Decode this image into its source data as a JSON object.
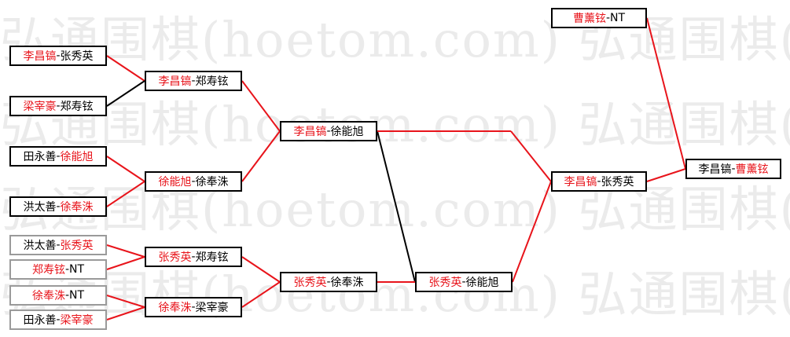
{
  "watermark": "弘通围棋(hoetom.com) 弘通围棋(hoetom.com) 弘通围棋(ho",
  "colors": {
    "red": "#e8141b",
    "black": "#000000"
  },
  "matches": [
    {
      "id": "r1m1",
      "p1": "李昌镐",
      "p2": "张秀英",
      "winner": 1
    },
    {
      "id": "r1m2",
      "p1": "梁宰豪",
      "p2": "郑寿铉",
      "winner": 1
    },
    {
      "id": "r1m3",
      "p1": "田永善",
      "p2": "徐能旭",
      "winner": 2
    },
    {
      "id": "r1m4",
      "p1": "洪太善",
      "p2": "徐奉洙",
      "winner": 2
    },
    {
      "id": "r1m5",
      "p1": "洪太善",
      "p2": "张秀英",
      "winner": 2
    },
    {
      "id": "r1m6",
      "p1": "郑寿铉",
      "p2": "NT",
      "winner": 1
    },
    {
      "id": "r1m7",
      "p1": "徐奉洙",
      "p2": "NT",
      "winner": 1
    },
    {
      "id": "r1m8",
      "p1": "田永善",
      "p2": "梁宰豪",
      "winner": 2
    },
    {
      "id": "r2m1",
      "p1": "李昌镐",
      "p2": "郑寿铉",
      "winner": 1
    },
    {
      "id": "r2m2",
      "p1": "徐能旭",
      "p2": "徐奉洙",
      "winner": 1
    },
    {
      "id": "r2m3",
      "p1": "张秀英",
      "p2": "郑寿铉",
      "winner": 1
    },
    {
      "id": "r2m4",
      "p1": "徐奉洙",
      "p2": "梁宰豪",
      "winner": 1
    },
    {
      "id": "r3m1",
      "p1": "李昌镐",
      "p2": "徐能旭",
      "winner": 1
    },
    {
      "id": "r3m2",
      "p1": "张秀英",
      "p2": "徐奉洙",
      "winner": 1
    },
    {
      "id": "r4m1",
      "p1": "张秀英",
      "p2": "徐能旭",
      "winner": 1
    },
    {
      "id": "r5m1",
      "p1": "李昌镐",
      "p2": "张秀英",
      "winner": 1
    },
    {
      "id": "top1",
      "p1": "曹薰铉",
      "p2": "NT",
      "winner": 1
    },
    {
      "id": "final",
      "p1": "李昌镐",
      "p2": "曹薰铉",
      "winner": 2
    }
  ]
}
